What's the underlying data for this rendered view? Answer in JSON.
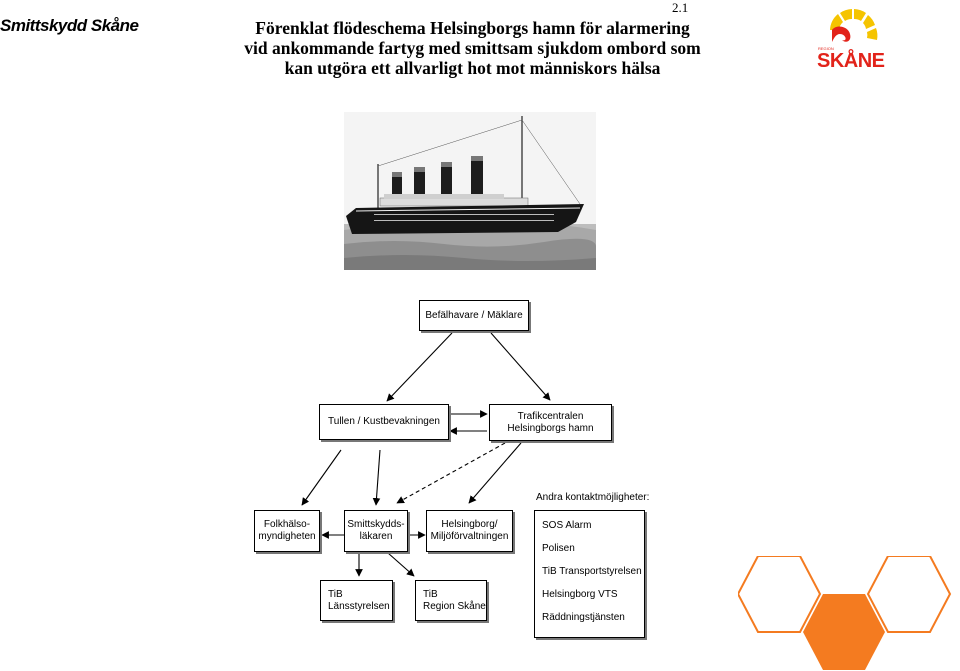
{
  "header": {
    "brand": "Smittskydd Skåne",
    "title_lines": [
      "Förenklat flödeschema Helsingborgs hamn för alarmering",
      "vid ankommande fartyg med smittsam sjukdom ombord som",
      "kan utgöra ett allvarligt hot mot människors hälsa"
    ],
    "page_number": "2.1",
    "logo_small": "REGION",
    "logo_text": "SKÅNE"
  },
  "nodes": {
    "master": "Befälhavare / Mäklare",
    "customs": "Tullen / Kustbevakningen",
    "traffic_1": "Trafikcentralen",
    "traffic_2": "Helsingborgs hamn",
    "public_health_1": "Folkhälso-",
    "public_health_2": "myndigheten",
    "physician_1": "Smittskydds-",
    "physician_2": "läkaren",
    "env_1": "Helsingborg/",
    "env_2": "Miljöförvaltningen",
    "tib_county_1": "TiB",
    "tib_county_2": "Länsstyrelsen",
    "tib_region_1": "TiB",
    "tib_region_2": "Region Skåne"
  },
  "other_contacts": {
    "heading": "Andra kontaktmöjligheter:",
    "items": [
      "SOS Alarm",
      "Polisen",
      "TiB Transportstyrelsen",
      "Helsingborg VTS",
      "Räddningstjänsten"
    ]
  },
  "colors": {
    "logo_red": "#e2231a",
    "logo_yellow": "#f5c400",
    "hex_orange": "#f47b20"
  }
}
